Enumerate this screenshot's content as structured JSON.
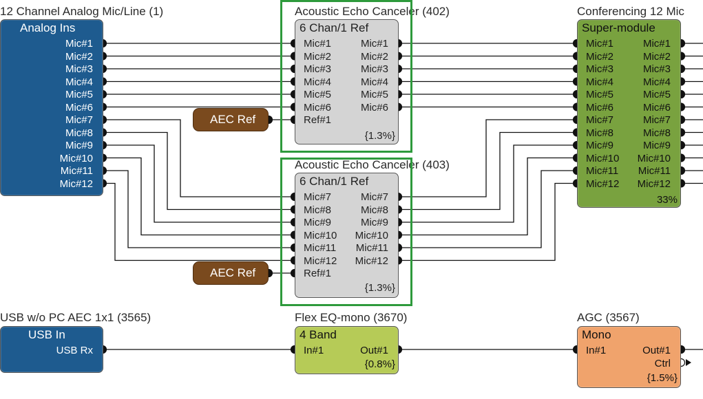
{
  "analog_block": {
    "title": "12 Channel Analog Mic/Line (1)",
    "header": "Analog Ins",
    "outputs": [
      "Mic#1",
      "Mic#2",
      "Mic#3",
      "Mic#4",
      "Mic#5",
      "Mic#6",
      "Mic#7",
      "Mic#8",
      "Mic#9",
      "Mic#10",
      "Mic#11",
      "Mic#12"
    ]
  },
  "aec_top": {
    "title": "Acoustic Echo Canceler (402)",
    "header": "6 Chan/1 Ref",
    "inputs": [
      "Mic#1",
      "Mic#2",
      "Mic#3",
      "Mic#4",
      "Mic#5",
      "Mic#6",
      "Ref#1"
    ],
    "outputs": [
      "Mic#1",
      "Mic#2",
      "Mic#3",
      "Mic#4",
      "Mic#5",
      "Mic#6"
    ],
    "usage": "{1.3%}"
  },
  "aec_bottom": {
    "title": "Acoustic Echo Canceler (403)",
    "header": "6 Chan/1 Ref",
    "inputs": [
      "Mic#7",
      "Mic#8",
      "Mic#9",
      "Mic#10",
      "Mic#11",
      "Mic#12",
      "Ref#1"
    ],
    "outputs": [
      "Mic#7",
      "Mic#8",
      "Mic#9",
      "Mic#10",
      "Mic#11",
      "Mic#12"
    ],
    "usage": "{1.3%}"
  },
  "aec_ref_top": {
    "label": "AEC Ref"
  },
  "aec_ref_bottom": {
    "label": "AEC Ref"
  },
  "conf_block": {
    "title": "Conferencing 12 Mic",
    "header": "Super-module",
    "inputs": [
      "Mic#1",
      "Mic#2",
      "Mic#3",
      "Mic#4",
      "Mic#5",
      "Mic#6",
      "Mic#7",
      "Mic#8",
      "Mic#9",
      "Mic#10",
      "Mic#11",
      "Mic#12"
    ],
    "outputs": [
      "Mic#1",
      "Mic#2",
      "Mic#3",
      "Mic#4",
      "Mic#5",
      "Mic#6",
      "Mic#7",
      "Mic#8",
      "Mic#9",
      "Mic#10",
      "Mic#11",
      "Mic#12"
    ],
    "usage": "33%"
  },
  "usb_block": {
    "title": "USB w/o PC AEC 1x1 (3565)",
    "header": "USB In",
    "output": "USB Rx"
  },
  "flex_block": {
    "title": "Flex EQ-mono (3670)",
    "header": "4 Band",
    "input": "In#1",
    "output": "Out#1",
    "usage": "{0.8%}"
  },
  "agc_block": {
    "title": "AGC (3567)",
    "header": "Mono",
    "input": "In#1",
    "output": "Out#1",
    "ctrl": "Ctrl",
    "usage": "{1.5%}"
  },
  "colors": {
    "analog": "#1e5b8f",
    "aec": "#d4d4d4",
    "conf": "#79a23f",
    "flex": "#b6cb57",
    "agc": "#f0a36c",
    "aec_ref": "#7a4a1e",
    "selection": "#2e9a3c"
  }
}
